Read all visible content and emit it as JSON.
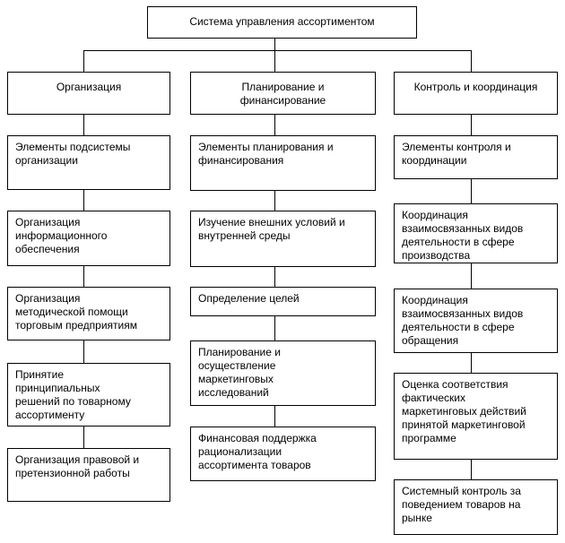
{
  "diagram": {
    "root": "Система управления ассортиментом",
    "columns": [
      {
        "header": "Организация",
        "items": [
          "Элементы подсистемы\nорганизации",
          "Организация\nинформационного\nобеспечения",
          "Организация\nметодической помощи\nторговым предприятиям",
          "Принятие\nпринципиальных\nрешений по товарному\nассортименту",
          "Организация правовой и\nпретензионной работы"
        ]
      },
      {
        "header": "Планирование и\nфинансирование",
        "items": [
          "Элементы планирования и\nфинансирования",
          "Изучение внешних условий и\nвнутренней среды",
          "Определение целей",
          "Планирование и\nосуществление\nмаркетинговых\nисследований",
          "Финансовая поддержка\nрационализации\nассортимента товаров"
        ]
      },
      {
        "header": "Контроль и координация",
        "items": [
          "Элементы контроля и\nкоординации",
          "Координация\nвзаимосвязанных видов\nдеятельности в сфере\nпроизводства",
          "Координация\nвзаимосвязанных видов\nдеятельности в сфере\nобращения",
          "Оценка соответствия\nфактических\nмаркетинговых действий\nпринятой маркетинговой\nпрограмме",
          "Системный контроль за\nповедением товаров на\nрынке"
        ]
      }
    ],
    "colors": {
      "line": "#000000",
      "box_background": "#ffffff",
      "text": "#000000"
    }
  }
}
